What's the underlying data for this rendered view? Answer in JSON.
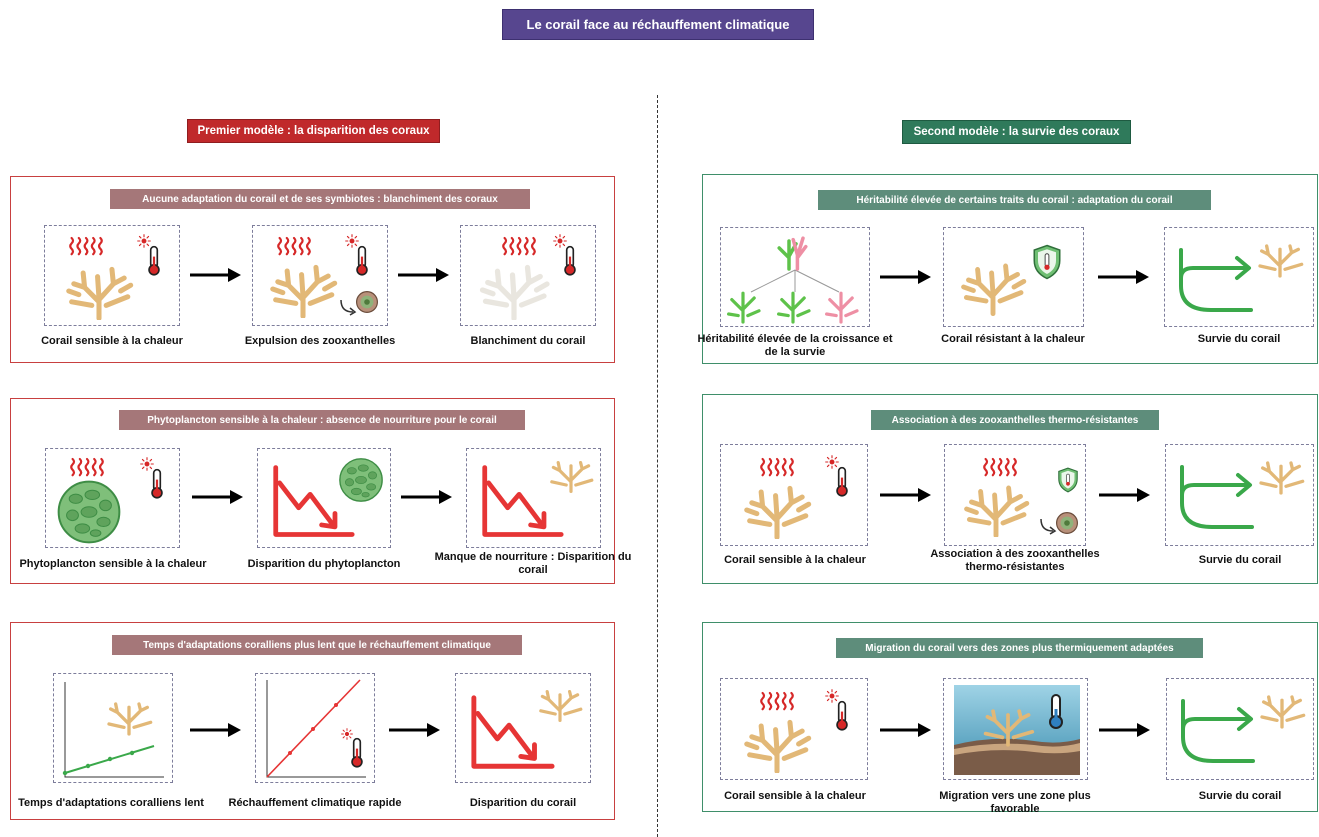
{
  "title": "Le corail face au réchauffement climatique",
  "colors": {
    "title_bg": "#57468f",
    "red": "#c0292b",
    "green": "#2f7a5b",
    "panel_red": "#a57779",
    "panel_green": "#5e8d7b"
  },
  "models": [
    {
      "title": "Premier modèle : la disparition des coraux",
      "panels": [
        {
          "title": "Aucune adaptation du corail et de ses symbiotes : blanchiment des coraux",
          "steps": [
            {
              "caption": "Corail sensible à la chaleur",
              "icons": [
                "heat-waves-icon",
                "coral-icon",
                "thermometer-icon"
              ]
            },
            {
              "caption": "Expulsion des zooxanthelles",
              "icons": [
                "heat-waves-icon",
                "coral-icon",
                "thermometer-icon",
                "zooxanthellae-icon"
              ]
            },
            {
              "caption": "Blanchiment du corail",
              "icons": [
                "heat-waves-icon",
                "bleached-coral-icon",
                "thermometer-icon"
              ]
            }
          ]
        },
        {
          "title": "Phytoplancton sensible à la chaleur : absence de nourriture pour le corail",
          "steps": [
            {
              "caption": "Phytoplancton sensible à la chaleur",
              "icons": [
                "heat-waves-icon",
                "phytoplankton-icon",
                "thermometer-icon"
              ]
            },
            {
              "caption": "Disparition du phytoplancton",
              "icons": [
                "decline-arrow-icon",
                "phytoplankton-icon"
              ]
            },
            {
              "caption": "Manque de nourriture : Disparition du corail",
              "icons": [
                "decline-arrow-icon",
                "coral-icon"
              ]
            }
          ]
        },
        {
          "title": "Temps d'adaptations coralliens plus lent que le réchauffement climatique",
          "steps": [
            {
              "caption": "Temps d'adaptations coralliens lent",
              "icons": [
                "slow-graph-icon",
                "coral-icon"
              ]
            },
            {
              "caption": "Réchauffement climatique rapide",
              "icons": [
                "fast-graph-icon",
                "thermometer-icon"
              ]
            },
            {
              "caption": "Disparition du corail",
              "icons": [
                "decline-arrow-icon",
                "coral-icon"
              ]
            }
          ]
        }
      ]
    },
    {
      "title": "Second modèle : la survie des coraux",
      "panels": [
        {
          "title": "Héritabilité élevée de certains traits du corail : adaptation du corail",
          "steps": [
            {
              "caption": "Héritabilité élevée de la croissance et de la survie",
              "icons": [
                "heritability-tree-icon"
              ]
            },
            {
              "caption": "Corail résistant à la chaleur",
              "icons": [
                "coral-icon",
                "shield-icon"
              ]
            },
            {
              "caption": "Survie du corail",
              "icons": [
                "survival-arrow-icon",
                "coral-icon"
              ]
            }
          ]
        },
        {
          "title": "Association à des zooxanthelles thermo-résistantes",
          "steps": [
            {
              "caption": "Corail sensible à la chaleur",
              "icons": [
                "heat-waves-icon",
                "coral-icon",
                "thermometer-icon"
              ]
            },
            {
              "caption": "Association à des zooxanthelles thermo-résistantes",
              "icons": [
                "heat-waves-icon",
                "coral-icon",
                "shield-icon",
                "zooxanthellae-icon"
              ]
            },
            {
              "caption": "Survie du corail",
              "icons": [
                "survival-arrow-icon",
                "coral-icon"
              ]
            }
          ]
        },
        {
          "title": "Migration du corail vers des zones plus thermiquement adaptées",
          "steps": [
            {
              "caption": "Corail sensible à la chaleur",
              "icons": [
                "heat-waves-icon",
                "coral-icon",
                "thermometer-icon"
              ]
            },
            {
              "caption": "Migration vers une zone plus favorable",
              "icons": [
                "seafloor-scene-icon",
                "coral-icon",
                "thermometer-icon"
              ]
            },
            {
              "caption": "Survie du corail",
              "icons": [
                "survival-arrow-icon",
                "coral-icon"
              ]
            }
          ]
        }
      ]
    }
  ]
}
